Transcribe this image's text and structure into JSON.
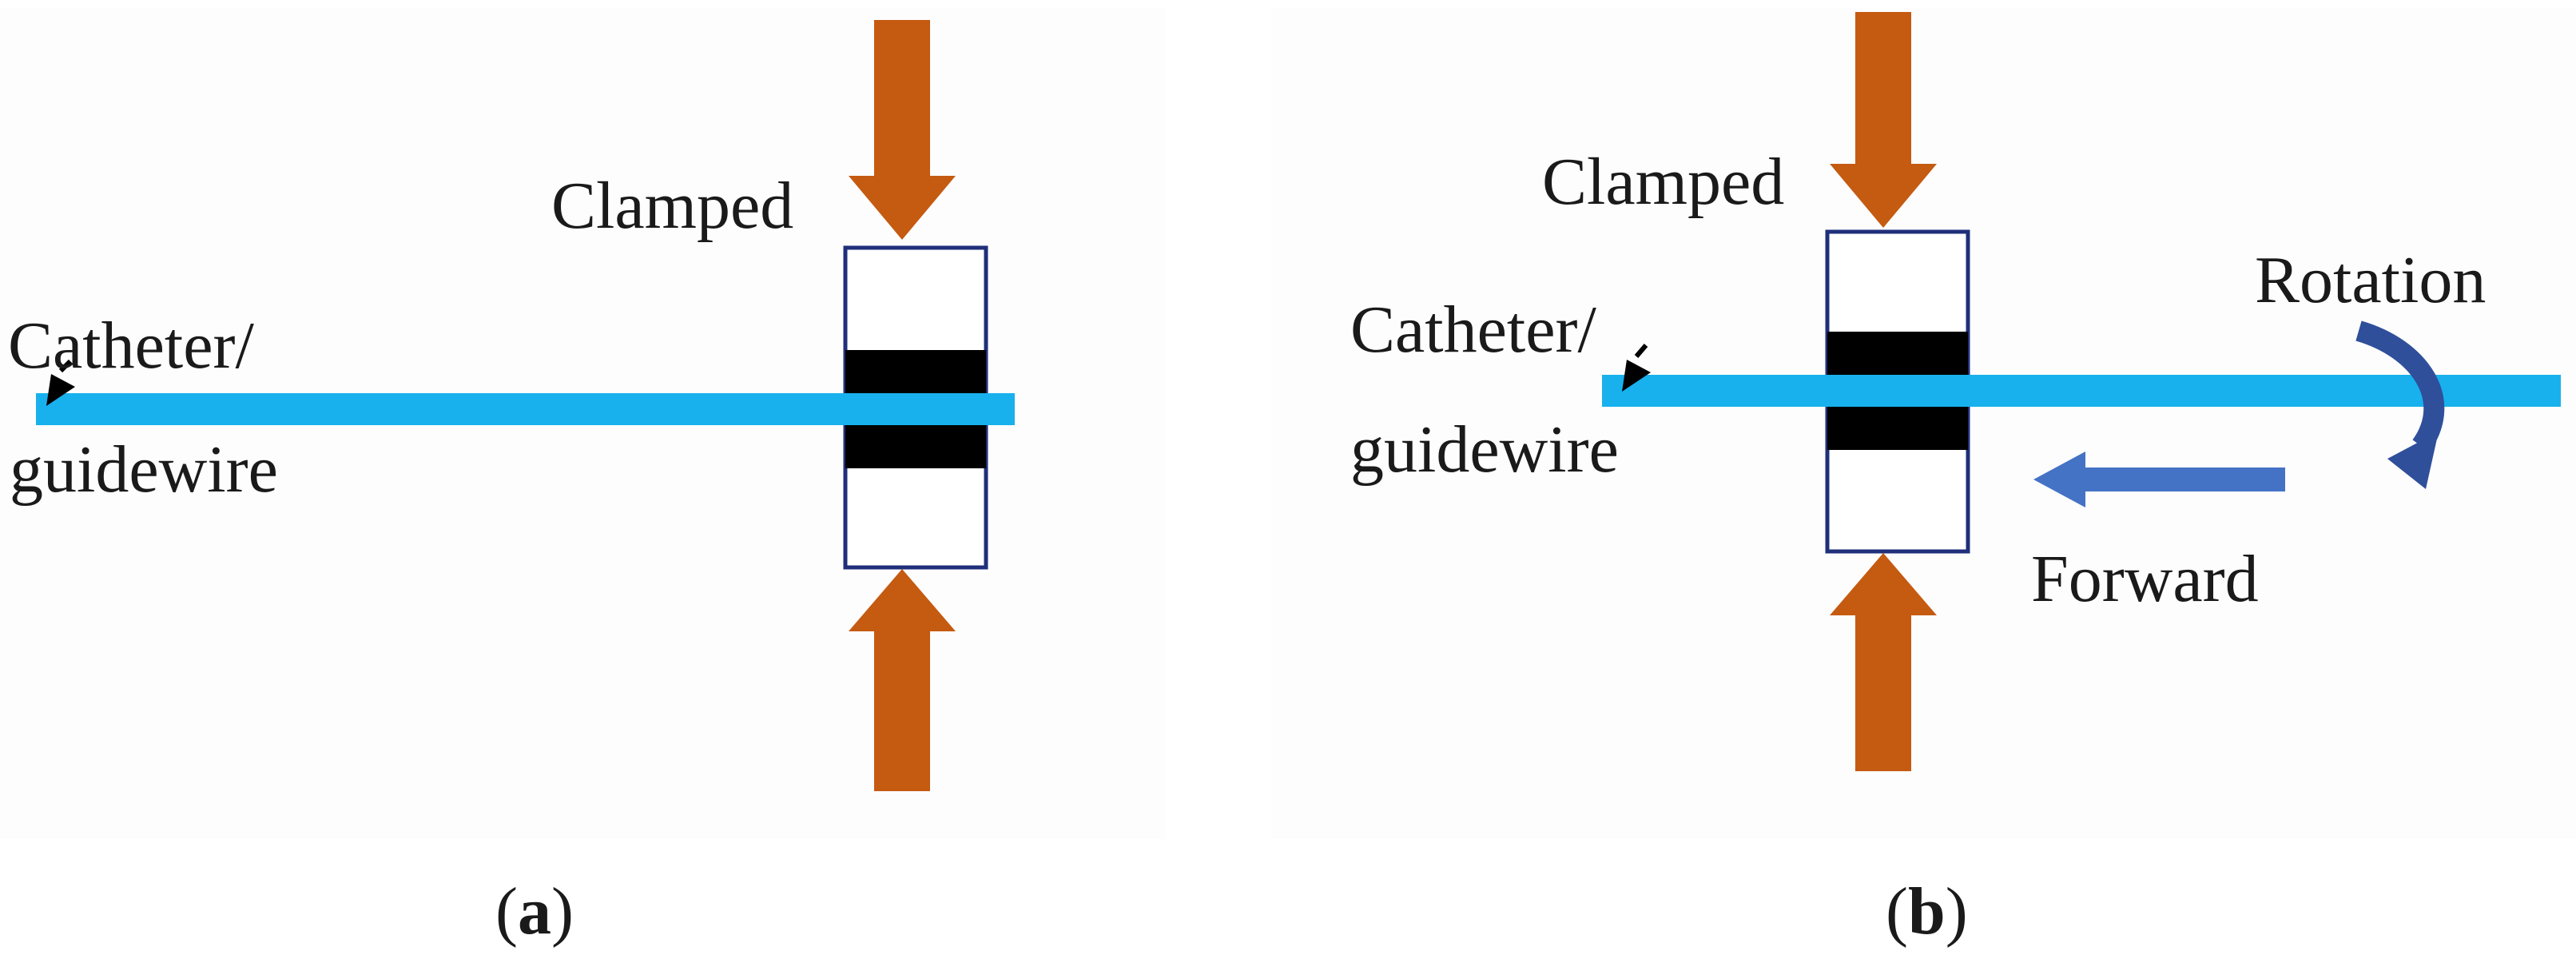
{
  "colors": {
    "wire": "#18b1ee",
    "arrow_orange": "#c55a11",
    "arrow_blue": "#4472c4",
    "clamp_outline": "#1f2f7a",
    "clamp_pad": "#000000",
    "panel_bg": "#fdfdfd"
  },
  "panel_a": {
    "clamped_label": "Clamped",
    "catheter_label_line1": "Catheter/",
    "catheter_label_line2": "guidewire",
    "caption_open": "(",
    "caption_letter": "a",
    "caption_close": ")"
  },
  "panel_b": {
    "clamped_label": "Clamped",
    "catheter_label_line1": "Catheter/",
    "catheter_label_line2": "guidewire",
    "rotation_label": "Rotation",
    "forward_label": "Forward",
    "caption_open": "(",
    "caption_letter": "b",
    "caption_close": ")"
  },
  "icons": {
    "down_arrow": "down-arrow-icon",
    "up_arrow": "up-arrow-icon",
    "left_arrow": "left-arrow-icon",
    "rotation_arrow": "curved-rotation-arrow-icon",
    "pointer_arrow": "pointer-arrow-icon"
  }
}
